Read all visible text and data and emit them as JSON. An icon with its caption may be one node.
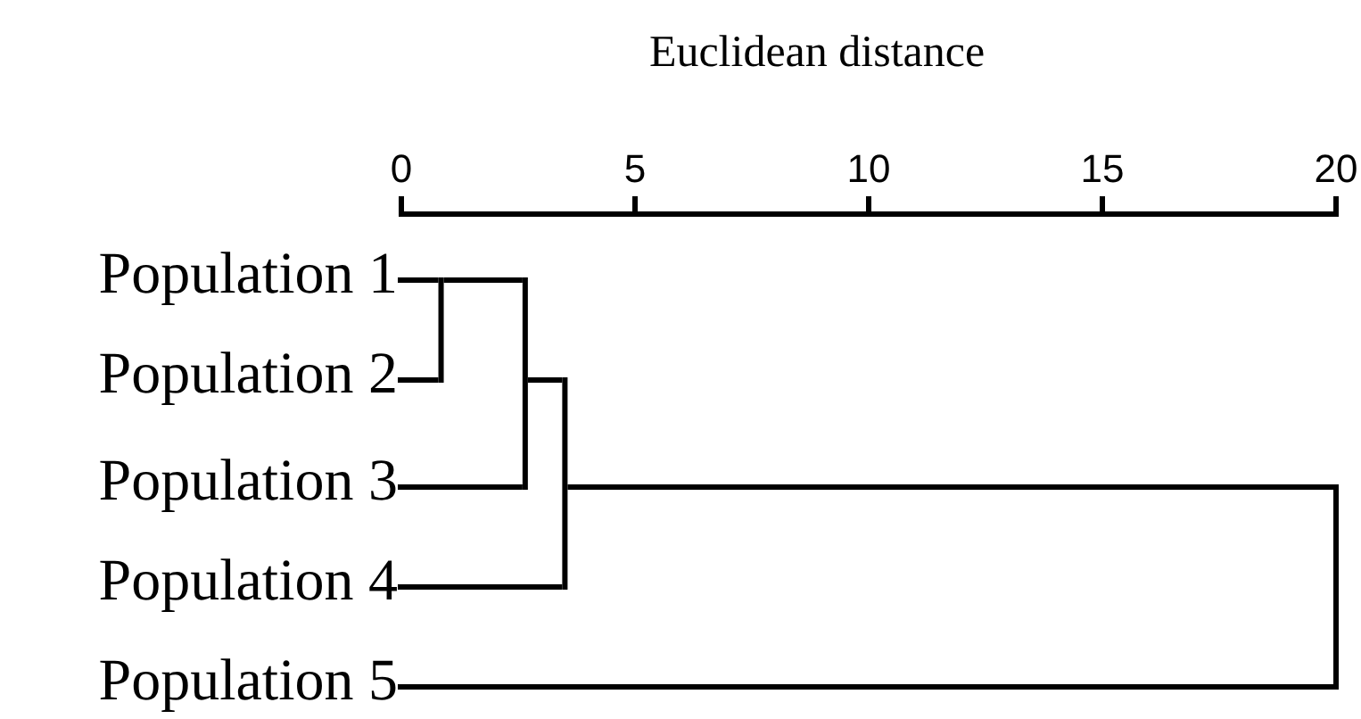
{
  "diagram": {
    "nodes": [
      {
        "text": [
          "Population 1"
        ]
      },
      {
        "text": [
          "Population 2"
        ]
      },
      {
        "text": [
          "Population 3"
        ]
      },
      {
        "text": [
          "Population 4"
        ]
      },
      {
        "text": [
          "Population 5"
        ]
      },
      {
        "text": [],
        "shape": "bar"
      },
      {
        "text": [],
        "shape": "bar"
      },
      {
        "text": [],
        "shape": "bar"
      },
      {
        "text": [],
        "shape": "bar"
      }
    ],
    "edges": [
      {
        "from": 0,
        "to": 5,
        "arrow": "none"
      },
      {
        "from": 1,
        "to": 5,
        "arrow": "none"
      },
      {
        "from": 5,
        "to": 6,
        "arrow": "none"
      },
      {
        "from": 2,
        "to": 6,
        "arrow": "none"
      },
      {
        "from": 6,
        "to": 7,
        "arrow": "none"
      },
      {
        "from": 3,
        "to": 7,
        "arrow": "none"
      },
      {
        "from": 7,
        "to": 8,
        "arrow": "none"
      },
      {
        "from": 4,
        "to": 8,
        "arrow": "none"
      }
    ],
    "labels": [
      "Euclidean distance",
      "0",
      "5",
      "10",
      "15",
      "20"
    ]
  }
}
